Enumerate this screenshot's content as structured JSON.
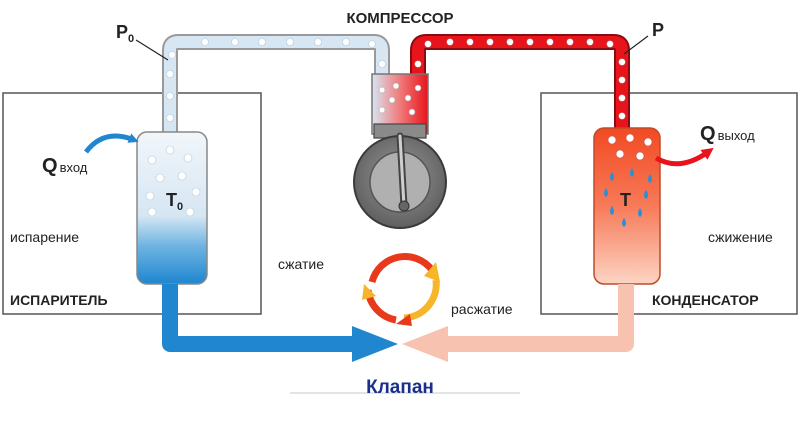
{
  "labels": {
    "compressor": "КОМПРЕССОР",
    "p0_main": "P",
    "p0_sub": "0",
    "p": "P",
    "q_in_main": "Q",
    "q_in_sub": "вход",
    "q_out_main": "Q",
    "q_out_sub": "выход",
    "t0_main": "T",
    "t0_sub": "0",
    "t": "T",
    "evaporation": "испарение",
    "condensation": "сжижение",
    "evaporator": "ИСПАРИТЕЛЬ",
    "condenser": "КОНДЕНСАТОР",
    "compression": "сжатие",
    "expansion": "расжатие",
    "valve": "Клапан"
  },
  "colors": {
    "cold_pipe": "#d6e6f3",
    "hot_pipe": "#e8141c",
    "evaporator_top": "#f1f6fb",
    "evaporator_bottom": "#1f86cf",
    "condenser_top": "#f35a2a",
    "condenser_bottom": "#fcd4c4",
    "return_cold": "#1f86cf",
    "return_warm": "#f8c2b0",
    "valve_text": "#1a2f8c",
    "cycle_red": "#e8391c",
    "cycle_yellow": "#f7b52a"
  }
}
